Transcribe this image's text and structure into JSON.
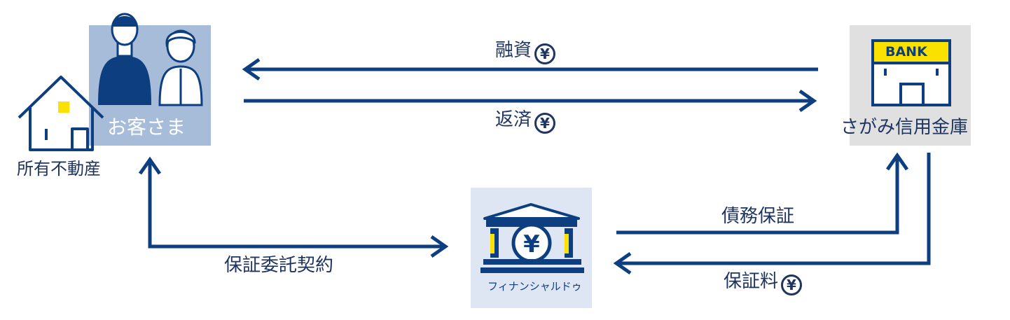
{
  "labels": {
    "customer": "お客さま",
    "property": "所有不動産",
    "bank": "さがみ信用金庫",
    "bank_sign": "BANK",
    "guarantor": "フィナンシャルドゥ",
    "loan": "融資",
    "repayment": "返済",
    "guarantee_contract": "保証委託契約",
    "debt_guarantee": "債務保証",
    "guarantee_fee": "保証料",
    "yen_symbol": "¥"
  },
  "colors": {
    "navy": "#0d3f80",
    "customer_box": "#a7bcd8",
    "bank_box": "#e0e0e0",
    "guarantor_box": "#dde6f2",
    "yellow": "#fae100"
  },
  "icons": [
    "house-icon",
    "couple-icon",
    "bank-building-icon",
    "yen-temple-icon",
    "yen-circle-icon"
  ]
}
